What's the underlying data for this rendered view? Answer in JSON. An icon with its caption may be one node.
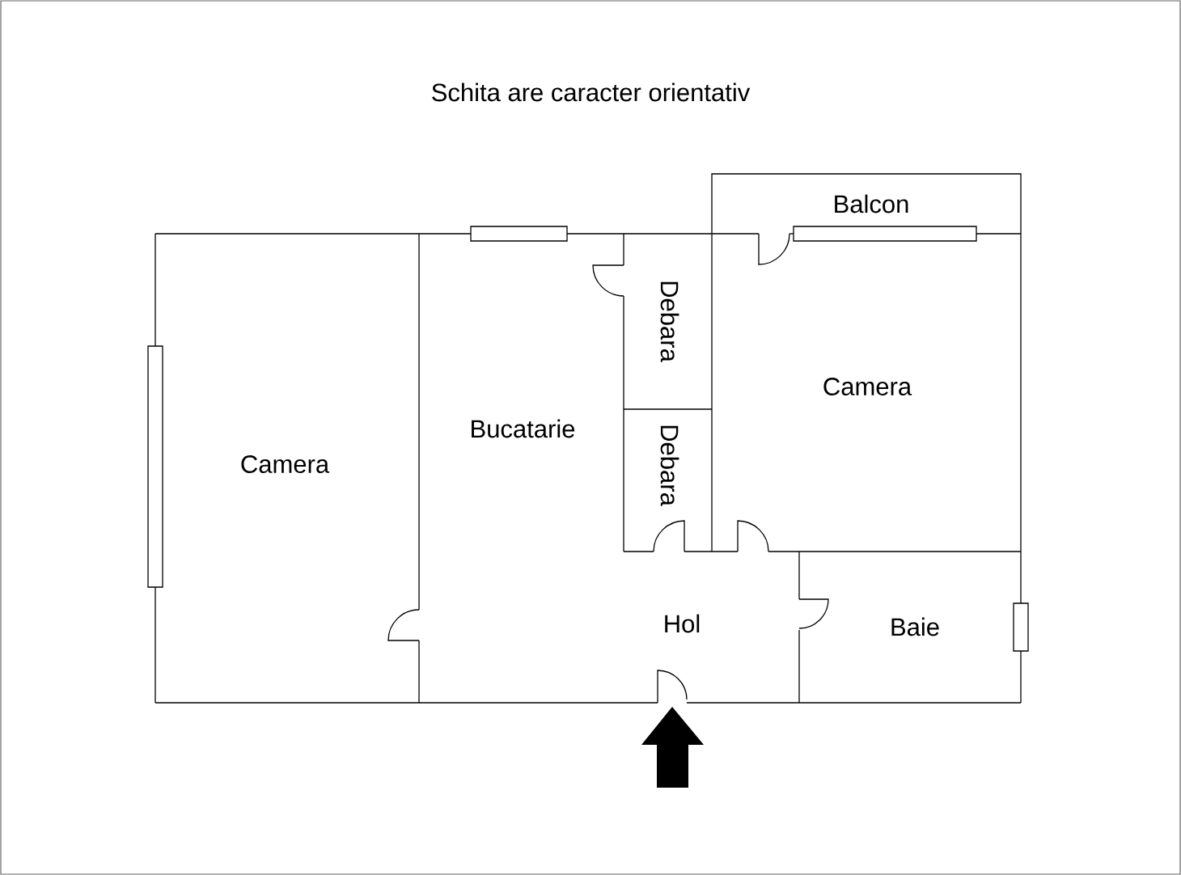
{
  "diagram": {
    "title": "Schita are caracter orientativ",
    "labels": [
      "Balcon",
      "Debara",
      "Camera",
      "Bucatarie",
      "Debara",
      "Camera",
      "Hol",
      "Baie"
    ]
  }
}
